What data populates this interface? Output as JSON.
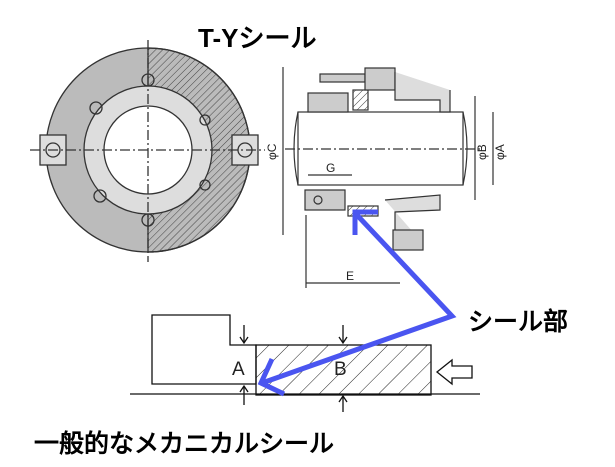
{
  "title": "T-Yシール",
  "seal_part_label": "シール部",
  "bottom_label": "一般的なメカニカルシール",
  "dimensions": {
    "phi_c": "φC",
    "phi_b": "φB",
    "phi_a": "φA",
    "g": "G",
    "e": "E"
  },
  "schematic": {
    "a": "A",
    "b": "B"
  },
  "colors": {
    "arrow": "#4a55f0",
    "drawing": "#333333"
  }
}
